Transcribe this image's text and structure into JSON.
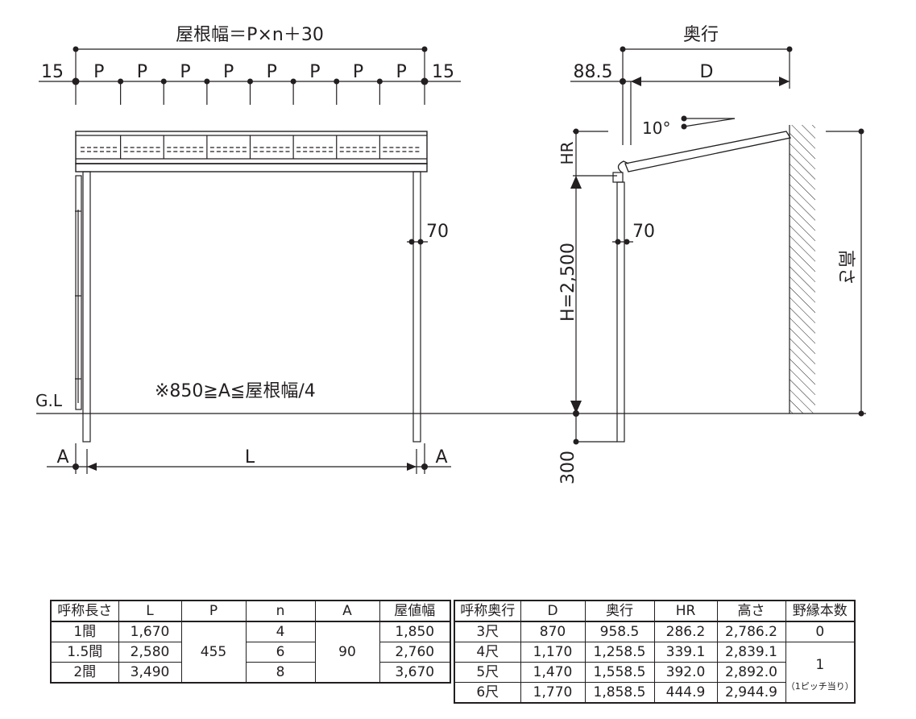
{
  "front_view": {
    "roof_width_formula": "屋根幅＝P×n＋30",
    "edge_offset_left": "15",
    "edge_offset_right": "15",
    "pitch_label": "P",
    "pitch_count": 8,
    "post_label": "70",
    "note": "※850≧A≦屋根幅/4",
    "ground_label": "G.L",
    "span_label": "L",
    "overhang_left": "A",
    "overhang_right": "A"
  },
  "side_view": {
    "depth_title": "奥行",
    "offset_label": "88.5",
    "depth_label": "D",
    "angle_label": "10°",
    "hr_label": "HR",
    "height_label": "H=2,500",
    "post_label": "70",
    "embed_label": "300",
    "total_height_label": "高さ"
  },
  "table_length": {
    "headers": [
      "呼称長さ",
      "L",
      "P",
      "n",
      "A",
      "屋値幅"
    ],
    "rows": [
      {
        "name": "1間",
        "L": "1,670",
        "n": "4",
        "width": "1,850"
      },
      {
        "name": "1.5間",
        "L": "2,580",
        "n": "6",
        "width": "2,760"
      },
      {
        "name": "2間",
        "L": "3,490",
        "n": "8",
        "width": "3,670"
      }
    ],
    "P_value": "455",
    "A_value": "90"
  },
  "table_depth": {
    "headers": [
      "呼称奥行",
      "D",
      "奥行",
      "HR",
      "高さ",
      "野縁本数"
    ],
    "rows": [
      {
        "name": "3尺",
        "D": "870",
        "depth": "958.5",
        "HR": "286.2",
        "height": "2,786.2"
      },
      {
        "name": "4尺",
        "D": "1,170",
        "depth": "1,258.5",
        "HR": "339.1",
        "height": "2,839.1"
      },
      {
        "name": "5尺",
        "D": "1,470",
        "depth": "1,558.5",
        "HR": "392.0",
        "height": "2,892.0"
      },
      {
        "name": "6尺",
        "D": "1,770",
        "depth": "1,858.5",
        "HR": "444.9",
        "height": "2,944.9"
      }
    ],
    "rafter_first": "0",
    "rafter_rest": "1",
    "rafter_note": "（1ピッチ当り）"
  }
}
